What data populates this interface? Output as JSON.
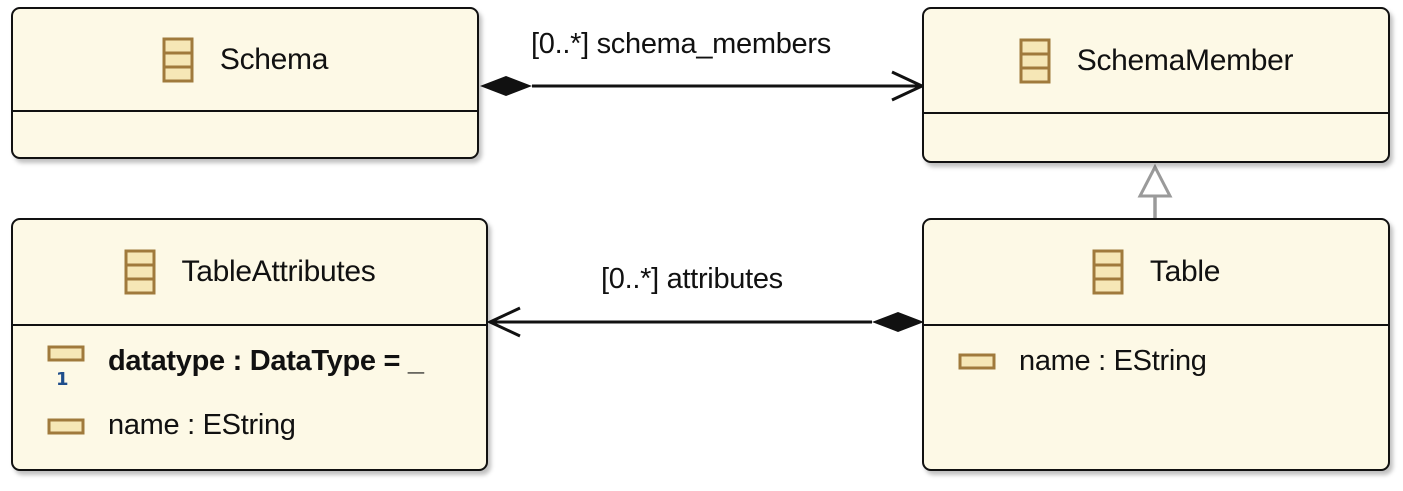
{
  "diagram": {
    "classes": {
      "schema": {
        "name": "Schema",
        "icon": "eclass-icon",
        "attributes": []
      },
      "schema_member": {
        "name": "SchemaMember",
        "icon": "eclass-icon",
        "attributes": []
      },
      "table_attributes": {
        "name": "TableAttributes",
        "icon": "eclass-icon",
        "attributes": [
          {
            "text": "datatype : DataType = _",
            "icon": "required-attribute-icon",
            "multiplicity_badge": "1",
            "bold": true
          },
          {
            "text": "name : EString",
            "icon": "attribute-icon",
            "bold": false
          }
        ]
      },
      "table": {
        "name": "Table",
        "icon": "eclass-icon",
        "attributes": [
          {
            "text": "name : EString",
            "icon": "attribute-icon",
            "bold": false
          }
        ]
      }
    },
    "references": {
      "schema_members": {
        "label": "[0..*] schema_members",
        "kind": "containment"
      },
      "attributes": {
        "label": "[0..*] attributes",
        "kind": "containment"
      }
    },
    "colors": {
      "class_fill": "#fdf9e6",
      "icon_fill": "#f6e7b6",
      "icon_stroke": "#a07a3c",
      "generalization": "#9a9a9a",
      "badge": "#1f4e8c"
    }
  }
}
